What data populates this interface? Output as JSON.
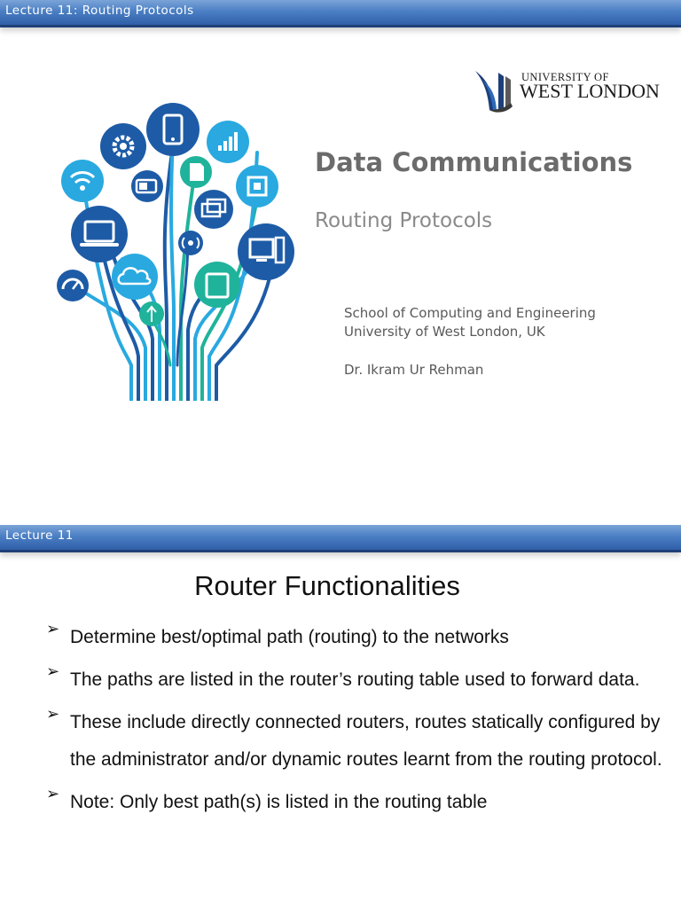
{
  "slide1": {
    "header": "Lecture 11: Routing Protocols",
    "logo_line1": "UNIVERSITY OF",
    "logo_line2": "WEST LONDON",
    "title": "Data Communications",
    "subtitle": "Routing Protocols",
    "school": "School of Computing and Engineering",
    "university": "University of West London, UK",
    "author": "Dr. Ikram Ur Rehman",
    "illustration_icons": [
      "wifi-icon",
      "gear-icon",
      "phone-icon",
      "sd-card-icon",
      "signal-bars-icon",
      "chip-icon",
      "battery-icon",
      "laptop-icon",
      "windows-icon",
      "broadcast-icon",
      "desktop-icon",
      "gauge-icon",
      "cloud-icon",
      "tablet-icon",
      "usb-icon"
    ],
    "colors": {
      "light_blue": "#29a9e0",
      "dark_blue": "#1d5ba6",
      "teal": "#1fb39b",
      "title_gray": "#6b6b6b"
    }
  },
  "slide2": {
    "header": "Lecture 11",
    "title": "Router Functionalities",
    "bullets": [
      "Determine best/optimal path (routing) to the networks",
      "The paths are listed in the router’s routing table used to forward data.",
      "These include directly connected routers, routes statically configured by the administrator and/or dynamic routes learnt from the routing protocol.",
      "Note: Only best path(s) is listed in the routing table"
    ]
  }
}
